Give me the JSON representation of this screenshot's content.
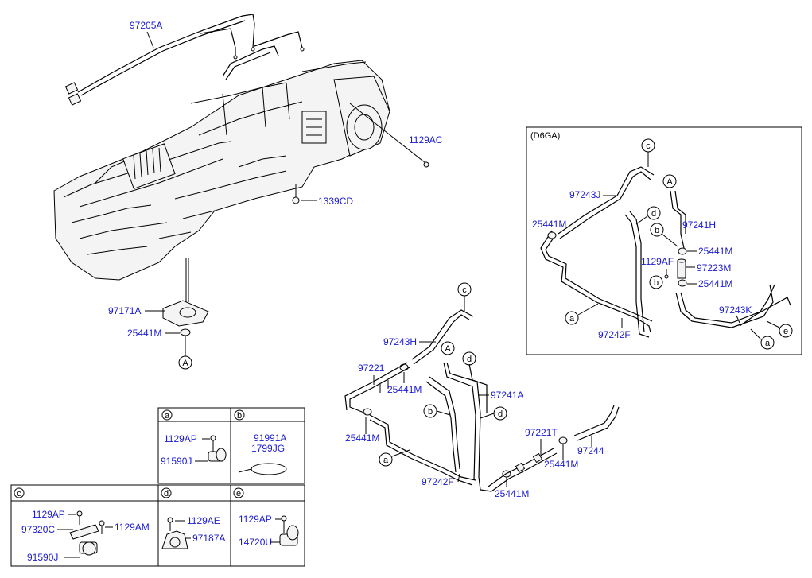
{
  "main_labels": {
    "p97205A": "97205A",
    "p1129AC": "1129AC",
    "p1339CD": "1339CD",
    "p97171A": "97171A",
    "p25441M_a": "25441M",
    "ref_A1": "A"
  },
  "lower_labels": {
    "p97243H": "97243H",
    "p97221": "97221",
    "p25441M_1": "25441M",
    "p25441M_2": "25441M",
    "p97241A": "97241A",
    "p97242F": "97242F",
    "p97221T": "97221T",
    "p25441M_3": "25441M",
    "p97244": "97244",
    "p25441M_4": "25441M",
    "c_c": "c",
    "c_A": "A",
    "c_d1": "d",
    "c_b": "b",
    "c_d2": "d",
    "c_a": "a"
  },
  "inset": {
    "title": "(D6GA)",
    "p97243J": "97243J",
    "p25441M_1": "25441M",
    "p97241H": "97241H",
    "p25441M_2": "25441M",
    "p1129AF": "1129AF",
    "p97223M": "97223M",
    "p25441M_3": "25441M",
    "p97243K": "97243K",
    "p97242F": "97242F",
    "c_c": "c",
    "c_A": "A",
    "c_d": "d",
    "c_b1": "b",
    "c_b2": "b",
    "c_a1": "a",
    "c_a2": "a",
    "c_e": "e"
  },
  "legend": {
    "a": {
      "key": "a",
      "p1": "1129AP",
      "p2": "91590J"
    },
    "b": {
      "key": "b",
      "p1": "91991A",
      "p2": "1799JG"
    },
    "c": {
      "key": "c",
      "p1": "1129AP",
      "p2": "97320C",
      "p3": "1129AM",
      "p4": "91590J"
    },
    "d": {
      "key": "d",
      "p1": "1129AE",
      "p2": "97187A"
    },
    "e": {
      "key": "e",
      "p1": "1129AP",
      "p2": "14720U"
    }
  }
}
